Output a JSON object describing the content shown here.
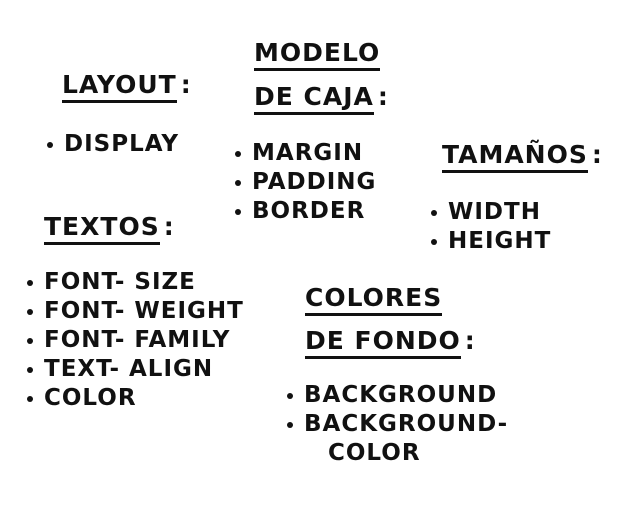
{
  "colors": {
    "ink": "#111111",
    "background": "#ffffff"
  },
  "sections": {
    "layout": {
      "title": "LAYOUT",
      "colon": ":",
      "items": [
        "DISPLAY"
      ]
    },
    "box_model": {
      "title_line1": "MODELO",
      "title_line2": "DE CAJA",
      "colon": ":",
      "items": [
        "MARGIN",
        "PADDING",
        "BORDER"
      ]
    },
    "sizes": {
      "title": "TAMAÑOS",
      "colon": ":",
      "items": [
        "WIDTH",
        "HEIGHT"
      ]
    },
    "texts": {
      "title": "TEXTOS",
      "colon": ":",
      "items": [
        "FONT- SIZE",
        "FONT- WEIGHT",
        "FONT- FAMILY",
        "TEXT- ALIGN",
        "COLOR"
      ]
    },
    "bg_colors": {
      "title_line1": "COLORES",
      "title_line2": "DE FONDO",
      "colon": ":",
      "items": [
        "BACKGROUND",
        "BACKGROUND-"
      ],
      "item_continuation": "COLOR"
    }
  }
}
